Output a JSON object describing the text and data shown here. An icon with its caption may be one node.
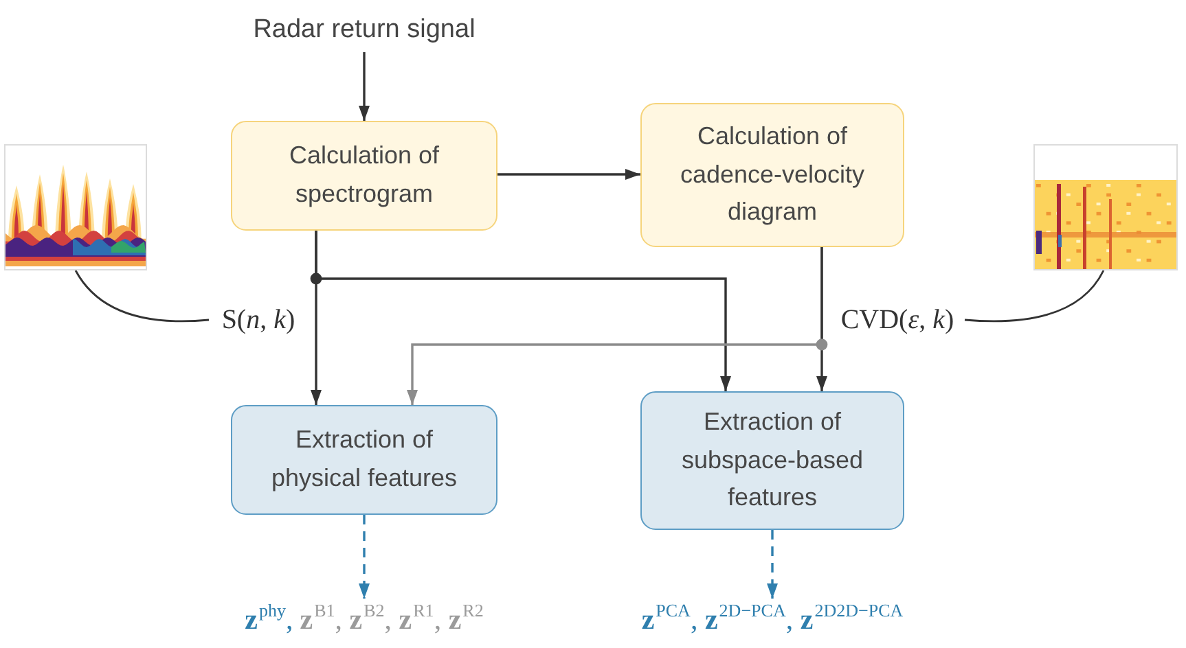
{
  "diagram": {
    "nodes": [
      {
        "text": [
          "Radar return signal"
        ]
      },
      {
        "text": [
          "Calculation of spectrogram"
        ]
      },
      {
        "text": [
          "Calculation of cadence-velocity diagram"
        ]
      },
      {
        "text": [
          "Extraction of physical features"
        ]
      },
      {
        "text": [
          "Extraction of subspace-based features"
        ]
      },
      {
        "text": [],
        "shape": "picture"
      },
      {
        "text": [],
        "shape": "picture"
      },
      {
        "text": [
          "S(*n*, *k*)"
        ]
      },
      {
        "text": [
          "CVD(*ε*, *k*)"
        ]
      },
      {
        "text": [
          "**z**$^{phy}$,",
          "**z**$^{B1}$, **z**$^{B2}$, **z**$^{R1}$, **z**$^{R2}$"
        ]
      },
      {
        "text": [
          "**z**$^{PCA}$, **z**$^{2D−PCA}$, **z**$^{2D2D−PCA}$"
        ]
      }
    ],
    "edges": [
      {
        "from": 0,
        "to": 1,
        "arrow": "to"
      },
      {
        "from": 1,
        "to": 2,
        "arrow": "to"
      },
      {
        "from": 1,
        "to": 3,
        "arrow": "to"
      },
      {
        "from": 1,
        "to": 4,
        "arrow": "to"
      },
      {
        "from": 2,
        "to": 3,
        "arrow": "to",
        "color": "#8c8c8c"
      },
      {
        "from": 2,
        "to": 4,
        "arrow": "to"
      },
      {
        "from": 3,
        "to": 9,
        "arrow": "to",
        "style": "dashed",
        "color": "#2f7fae"
      },
      {
        "from": 4,
        "to": 10,
        "arrow": "to",
        "style": "dashed",
        "color": "#2f7fae"
      },
      {
        "from": 7,
        "to": 5,
        "arrow": "none"
      },
      {
        "from": 8,
        "to": 6,
        "arrow": "none"
      }
    ]
  }
}
